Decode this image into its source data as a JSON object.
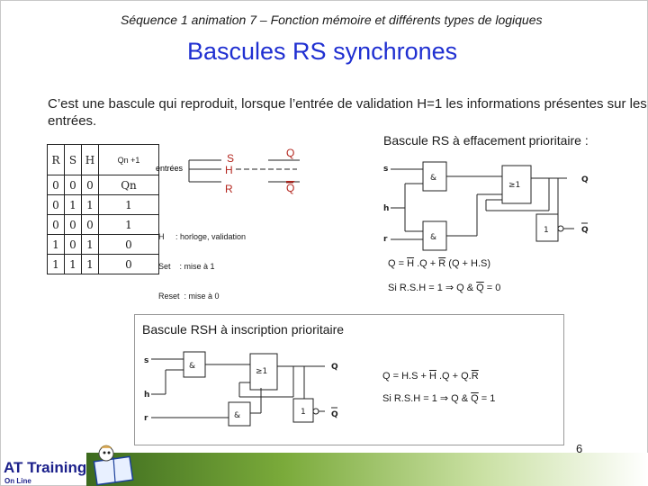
{
  "header": {
    "subtitle": "Séquence 1 animation 7 – Fonction mémoire et différents types de logiques",
    "title": "Bascules RS synchrones"
  },
  "intro": "C’est une bascule qui reproduit, lorsque l’entrée de validation H=1 les informations présentes sur les entrées.",
  "truth_table": {
    "headers": [
      "R",
      "S",
      "H",
      "Qn +1"
    ],
    "rows": [
      [
        "0",
        "0",
        "0",
        "Qn"
      ],
      [
        "0",
        "1",
        "1",
        "1"
      ],
      [
        "0",
        "0",
        "0",
        "1"
      ],
      [
        "1",
        "0",
        "1",
        "0"
      ],
      [
        "1",
        "1",
        "1",
        "0"
      ]
    ]
  },
  "rs_symbol": {
    "entrees": "entrées",
    "s": "S",
    "h": "H",
    "r": "R",
    "q": "Q",
    "qbar": "Q"
  },
  "legend": {
    "h": "H     : horloge, validation",
    "set": "Set    : mise à 1",
    "reset": "Reset  : mise à 0"
  },
  "effacement": {
    "caption": "Bascule RS à effacement prioritaire :",
    "inputs": [
      "s",
      "h",
      "r"
    ],
    "gate_and": "&",
    "gate_or": "≥1",
    "out_q": "Q",
    "out_qbar": "Q",
    "eq_q": "Q = ",
    "eq_h": "H",
    "eq_mid": " .Q + ",
    "eq_r": "R",
    "eq_end": " (Q + H.S)",
    "cond_prefix": "Si R.S.H = 1 ",
    "cond_arrow": "⇒",
    "cond_q": " Q & ",
    "cond_qbar": "Q",
    "cond_val": " = 0"
  },
  "inscription": {
    "caption": "Bascule RSH à inscription prioritaire",
    "inputs": [
      "s",
      "h",
      "r"
    ],
    "gate_and": "&",
    "gate_or": "≥1",
    "out_q": "Q",
    "out_qbar": "Q",
    "eq_start": "Q = H.S + ",
    "eq_h": "H",
    "eq_mid": " .Q + Q.",
    "eq_r": "R",
    "cond_prefix": "Si R.S.H = 1 ",
    "cond_arrow": "⇒",
    "cond_q": " Q & ",
    "cond_qbar": "Q",
    "cond_val": " = 1"
  },
  "footer": {
    "page": "6",
    "brand": "AT Training",
    "brand_sub": "On Line"
  }
}
